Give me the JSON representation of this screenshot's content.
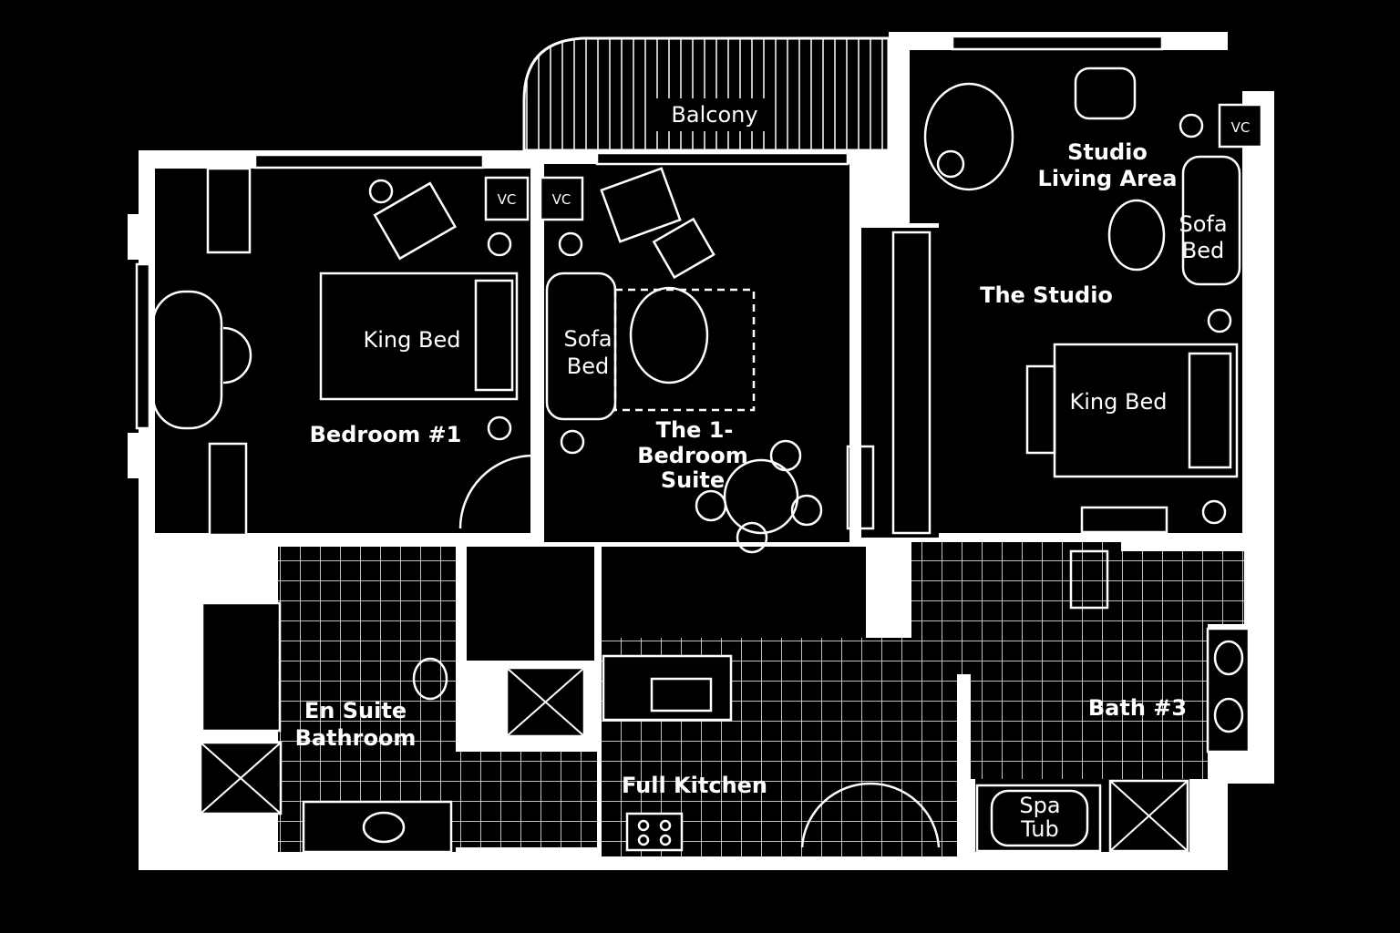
{
  "title": "Floor Plan",
  "colors": {
    "background": "#000000",
    "walls": "#ffffff",
    "lines": "#ffffff"
  },
  "rooms": {
    "balcony": "Balcony",
    "studio_living": [
      "Studio",
      "Living Area"
    ],
    "studio": "The Studio",
    "bedroom1": "Bedroom #1",
    "suite": [
      "The 1-",
      "Bedroom",
      "Suite"
    ],
    "en_suite": [
      "En Suite",
      "Bathroom"
    ],
    "kitchen": "Full Kitchen",
    "bath3": "Bath #3"
  },
  "furniture": {
    "king_bed_1": "King Bed",
    "king_bed_2": "King Bed",
    "sofa_bed_1": [
      "Sofa",
      "Bed"
    ],
    "sofa_bed_2": [
      "Sofa",
      "Bed"
    ],
    "spa_tub": [
      "Spa",
      "Tub"
    ],
    "vc": [
      "VC",
      "VC",
      "VC"
    ]
  }
}
